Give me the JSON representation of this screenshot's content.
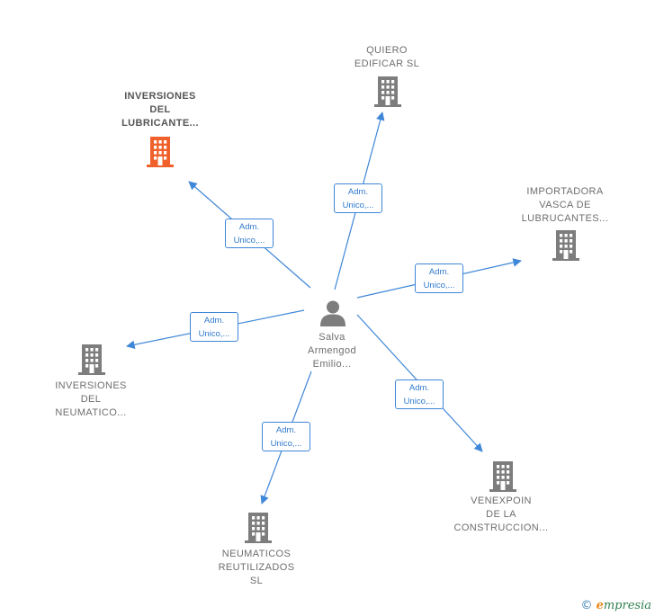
{
  "colors": {
    "edge": "#3f87d8",
    "company": "#7d7d7d",
    "company_highlight": "#f0602a",
    "person": "#7d7d7d"
  },
  "center": {
    "icon": "person-icon",
    "lines": [
      "Salva",
      "Armengod",
      "Emilio..."
    ]
  },
  "nodes": [
    {
      "id": "quiero",
      "icon": "building-icon",
      "highlight": false,
      "lines": [
        "QUIERO",
        "EDIFICAR  SL"
      ],
      "edge_label": [
        "Adm.",
        "Unico,..."
      ]
    },
    {
      "id": "inversiones-lubricante",
      "icon": "building-icon",
      "highlight": true,
      "lines": [
        "INVERSIONES",
        "DEL",
        "LUBRICANTE..."
      ],
      "edge_label": [
        "Adm.",
        "Unico,..."
      ]
    },
    {
      "id": "importadora",
      "icon": "building-icon",
      "highlight": false,
      "lines": [
        "IMPORTADORA",
        "VASCA DE",
        "LUBRUCANTES..."
      ],
      "edge_label": [
        "Adm.",
        "Unico,..."
      ]
    },
    {
      "id": "inversiones-neumatico",
      "icon": "building-icon",
      "highlight": false,
      "lines": [
        "INVERSIONES",
        "DEL",
        "NEUMATICO..."
      ],
      "edge_label": [
        "Adm.",
        "Unico,..."
      ]
    },
    {
      "id": "venexpoin",
      "icon": "building-icon",
      "highlight": false,
      "lines": [
        "VENEXPOIN",
        "DE LA",
        "CONSTRUCCION..."
      ],
      "edge_label": [
        "Adm.",
        "Unico,..."
      ]
    },
    {
      "id": "neumaticos",
      "icon": "building-icon",
      "highlight": false,
      "lines": [
        "NEUMATICOS",
        "REUTILIZADOS",
        "SL"
      ],
      "edge_label": [
        "Adm.",
        "Unico,..."
      ]
    }
  ],
  "footer": {
    "copyright": "©",
    "brand_initial": "e",
    "brand_rest": "mpresia"
  }
}
